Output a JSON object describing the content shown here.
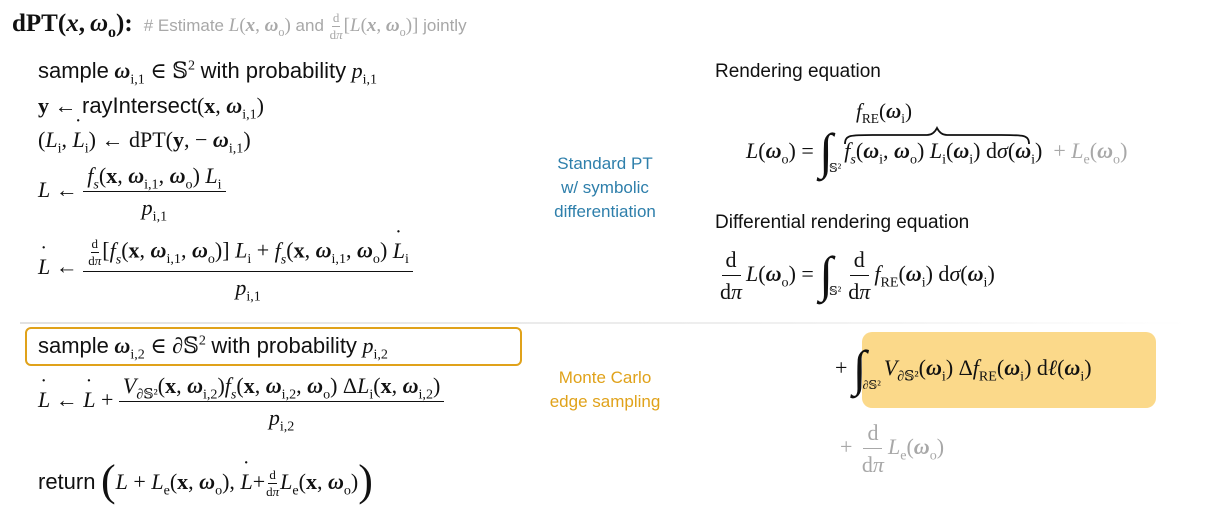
{
  "algorithm": {
    "header_fn": "dPT(",
    "header_args": "x, ω",
    "header_comment_prefix": "# Estimate",
    "header_comment_and": "and",
    "header_comment_suffix": "jointly",
    "kw_sample": "sample",
    "kw_with_probability": "with probability",
    "kw_ray_intersect": "rayIntersect",
    "kw_return": "return",
    "arrow": "←"
  },
  "labels": {
    "standard_pt": [
      "Standard PT",
      "w/ symbolic",
      "differentiation"
    ],
    "monte_carlo": [
      "Monte Carlo",
      "edge sampling"
    ],
    "rendering_equation": "Rendering equation",
    "differential_rendering_equation": "Differential rendering equation"
  },
  "colors": {
    "blue_label": "#2e7fab",
    "gold_accent": "#e0a21a",
    "highlight_fill": "#fbd98a",
    "gray_text": "#a8a8a8"
  }
}
